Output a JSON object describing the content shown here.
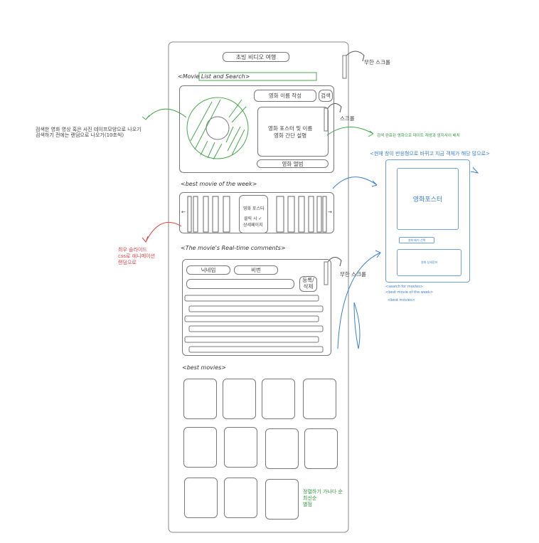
{
  "app": {
    "title": "초빙 비디오 여행",
    "section_search_heading": "<Movie List and Search>",
    "search_input_placeholder": "영화 이름 작성",
    "search_button": "검색",
    "poster_detail_text_1": "영화 포스터 및 이름",
    "poster_detail_text_2": "영화 간단 설명",
    "movie_album_button": "영화 앨범",
    "section_week_heading": "<best movie of the week>",
    "week_card_line1": "영화 포스터",
    "week_card_line2": "클릭 시 ✓",
    "week_card_line3": "상세페이지",
    "arrow_left": "←",
    "arrow_right": "→",
    "section_comments_heading": "<The movie's Real-time comments>",
    "nickname_placeholder": "닉네임",
    "password_placeholder": "비번",
    "register_button_line1": "등록/",
    "register_button_line2": "삭제",
    "section_best_heading": "<best movies>"
  },
  "annotations": {
    "infinite_scroll_top": "무한 스크롤",
    "scroll_label": "스크롤",
    "infinite_scroll_comments": "무한 스크롤",
    "search_note_line1": "검색한 영화 영상 혹은 사진 테이프모양으로 나오기",
    "search_note_line2": "검색하기 전에는 랜덤으로 나오기(10초씩)",
    "green_note": "검색 완료된 영화으로 데이트 재생과 엄지사이 배치",
    "slide_note_line1": "최우 슬라이드",
    "slide_note_line2": "css로 애니메이션",
    "slide_note_line3": "랜덤으로",
    "responsive_note": "<현재 창이 반응형으로 바뀌고 지금 객체가 해당 많으로>",
    "sort_note_line1": "정렬하기 가나다 순",
    "sort_note_line2": "최신순",
    "sort_note_line3": "별점"
  },
  "mobile": {
    "poster_label": "영화포스터",
    "small_button": "영화 배치 선택",
    "detail_box": "영화 상세정보",
    "links": [
      "<search for movies>",
      "<best movie of the week>",
      "<best movies>"
    ]
  },
  "colors": {
    "sketch": "#777777",
    "green": "#2f9a3a",
    "blue": "#3a7fd0",
    "red": "#e04545"
  }
}
